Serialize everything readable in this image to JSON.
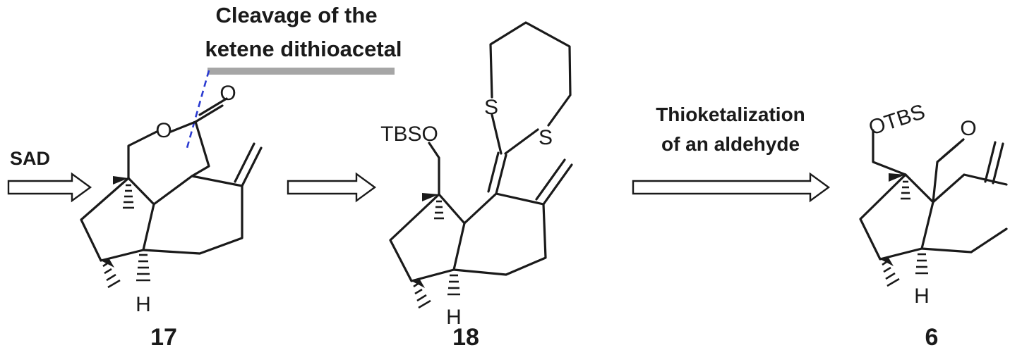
{
  "annotations": {
    "cleavage_line1": "Cleavage of the",
    "cleavage_line2": "ketene dithioacetal",
    "sad": "SAD",
    "thioketal_line1": "Thioketalization",
    "thioketal_line2": "of an aldehyde"
  },
  "compounds": [
    {
      "id": "17",
      "atoms": {
        "o_ring": "O",
        "o_carbonyl": "O",
        "h": "H"
      }
    },
    {
      "id": "18",
      "atoms": {
        "tbso": "TBSO",
        "s1": "S",
        "s2": "S",
        "h": "H"
      }
    },
    {
      "id": "6",
      "atoms": {
        "otbs": "OTBS",
        "o_aldehyde": "O",
        "h": "H"
      }
    }
  ],
  "colors": {
    "ink": "#1a1a1a",
    "cut_line": "#2b3bd1",
    "highlight_bar": "#a6a6a6"
  }
}
